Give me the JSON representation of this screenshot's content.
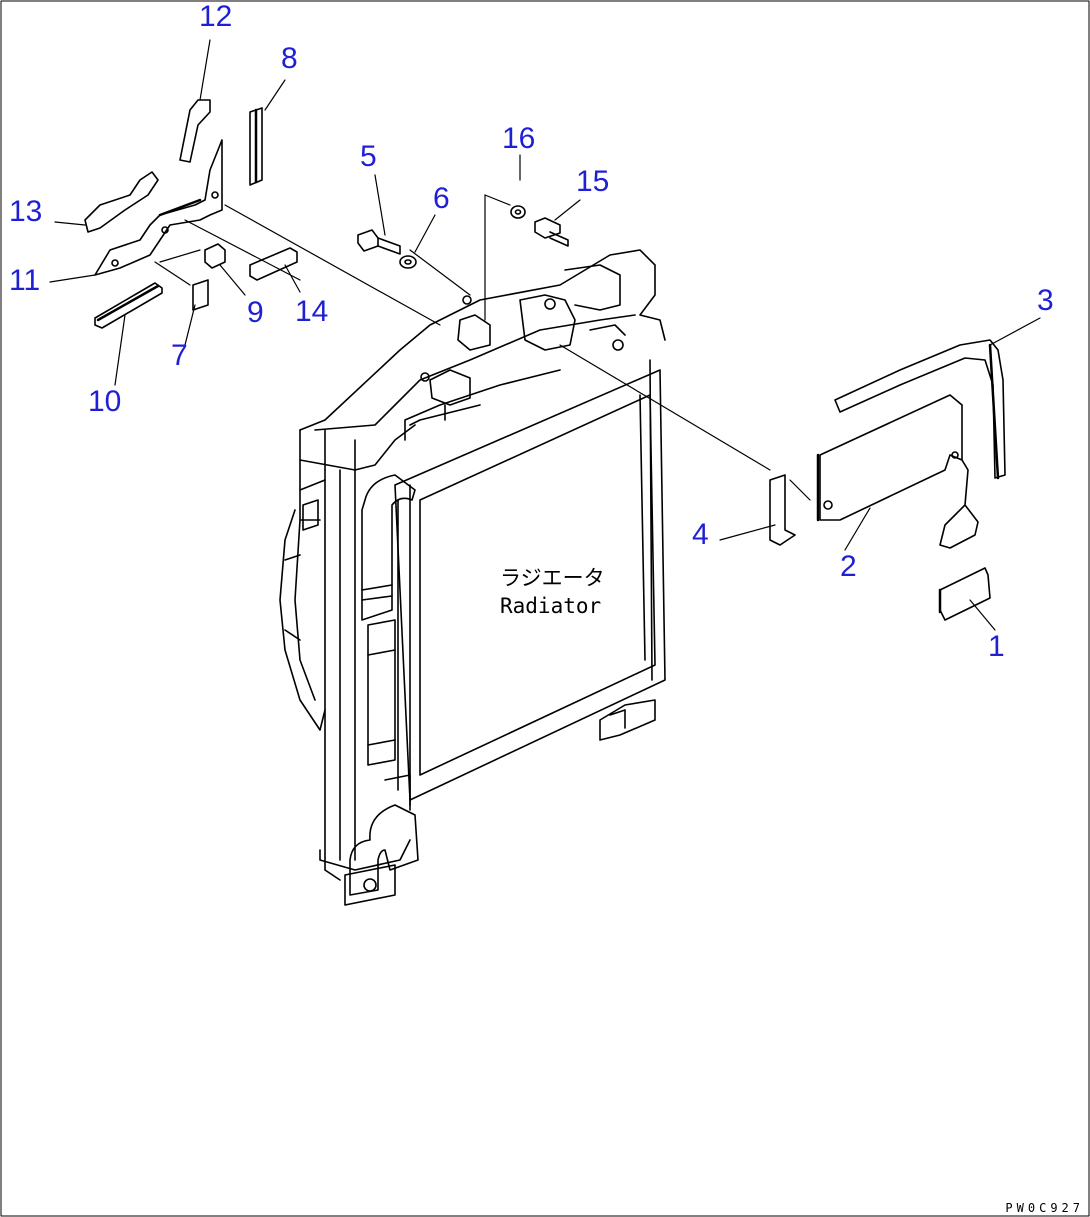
{
  "labels": {
    "part_name_jp": "ラジエータ",
    "part_name_en": "Radiator",
    "drawing_code": "PW0C927"
  },
  "callouts": [
    {
      "id": "1",
      "text": "1"
    },
    {
      "id": "2",
      "text": "2"
    },
    {
      "id": "3",
      "text": "3"
    },
    {
      "id": "4",
      "text": "4"
    },
    {
      "id": "5",
      "text": "5"
    },
    {
      "id": "6",
      "text": "6"
    },
    {
      "id": "7",
      "text": "7"
    },
    {
      "id": "8",
      "text": "8"
    },
    {
      "id": "9",
      "text": "9"
    },
    {
      "id": "10",
      "text": "10"
    },
    {
      "id": "11",
      "text": "11"
    },
    {
      "id": "12",
      "text": "12"
    },
    {
      "id": "13",
      "text": "13"
    },
    {
      "id": "14",
      "text": "14"
    },
    {
      "id": "15",
      "text": "15"
    },
    {
      "id": "16",
      "text": "16"
    }
  ],
  "colors": {
    "callout_text": "#1f1fd6",
    "line": "#000000",
    "background": "#ffffff"
  }
}
